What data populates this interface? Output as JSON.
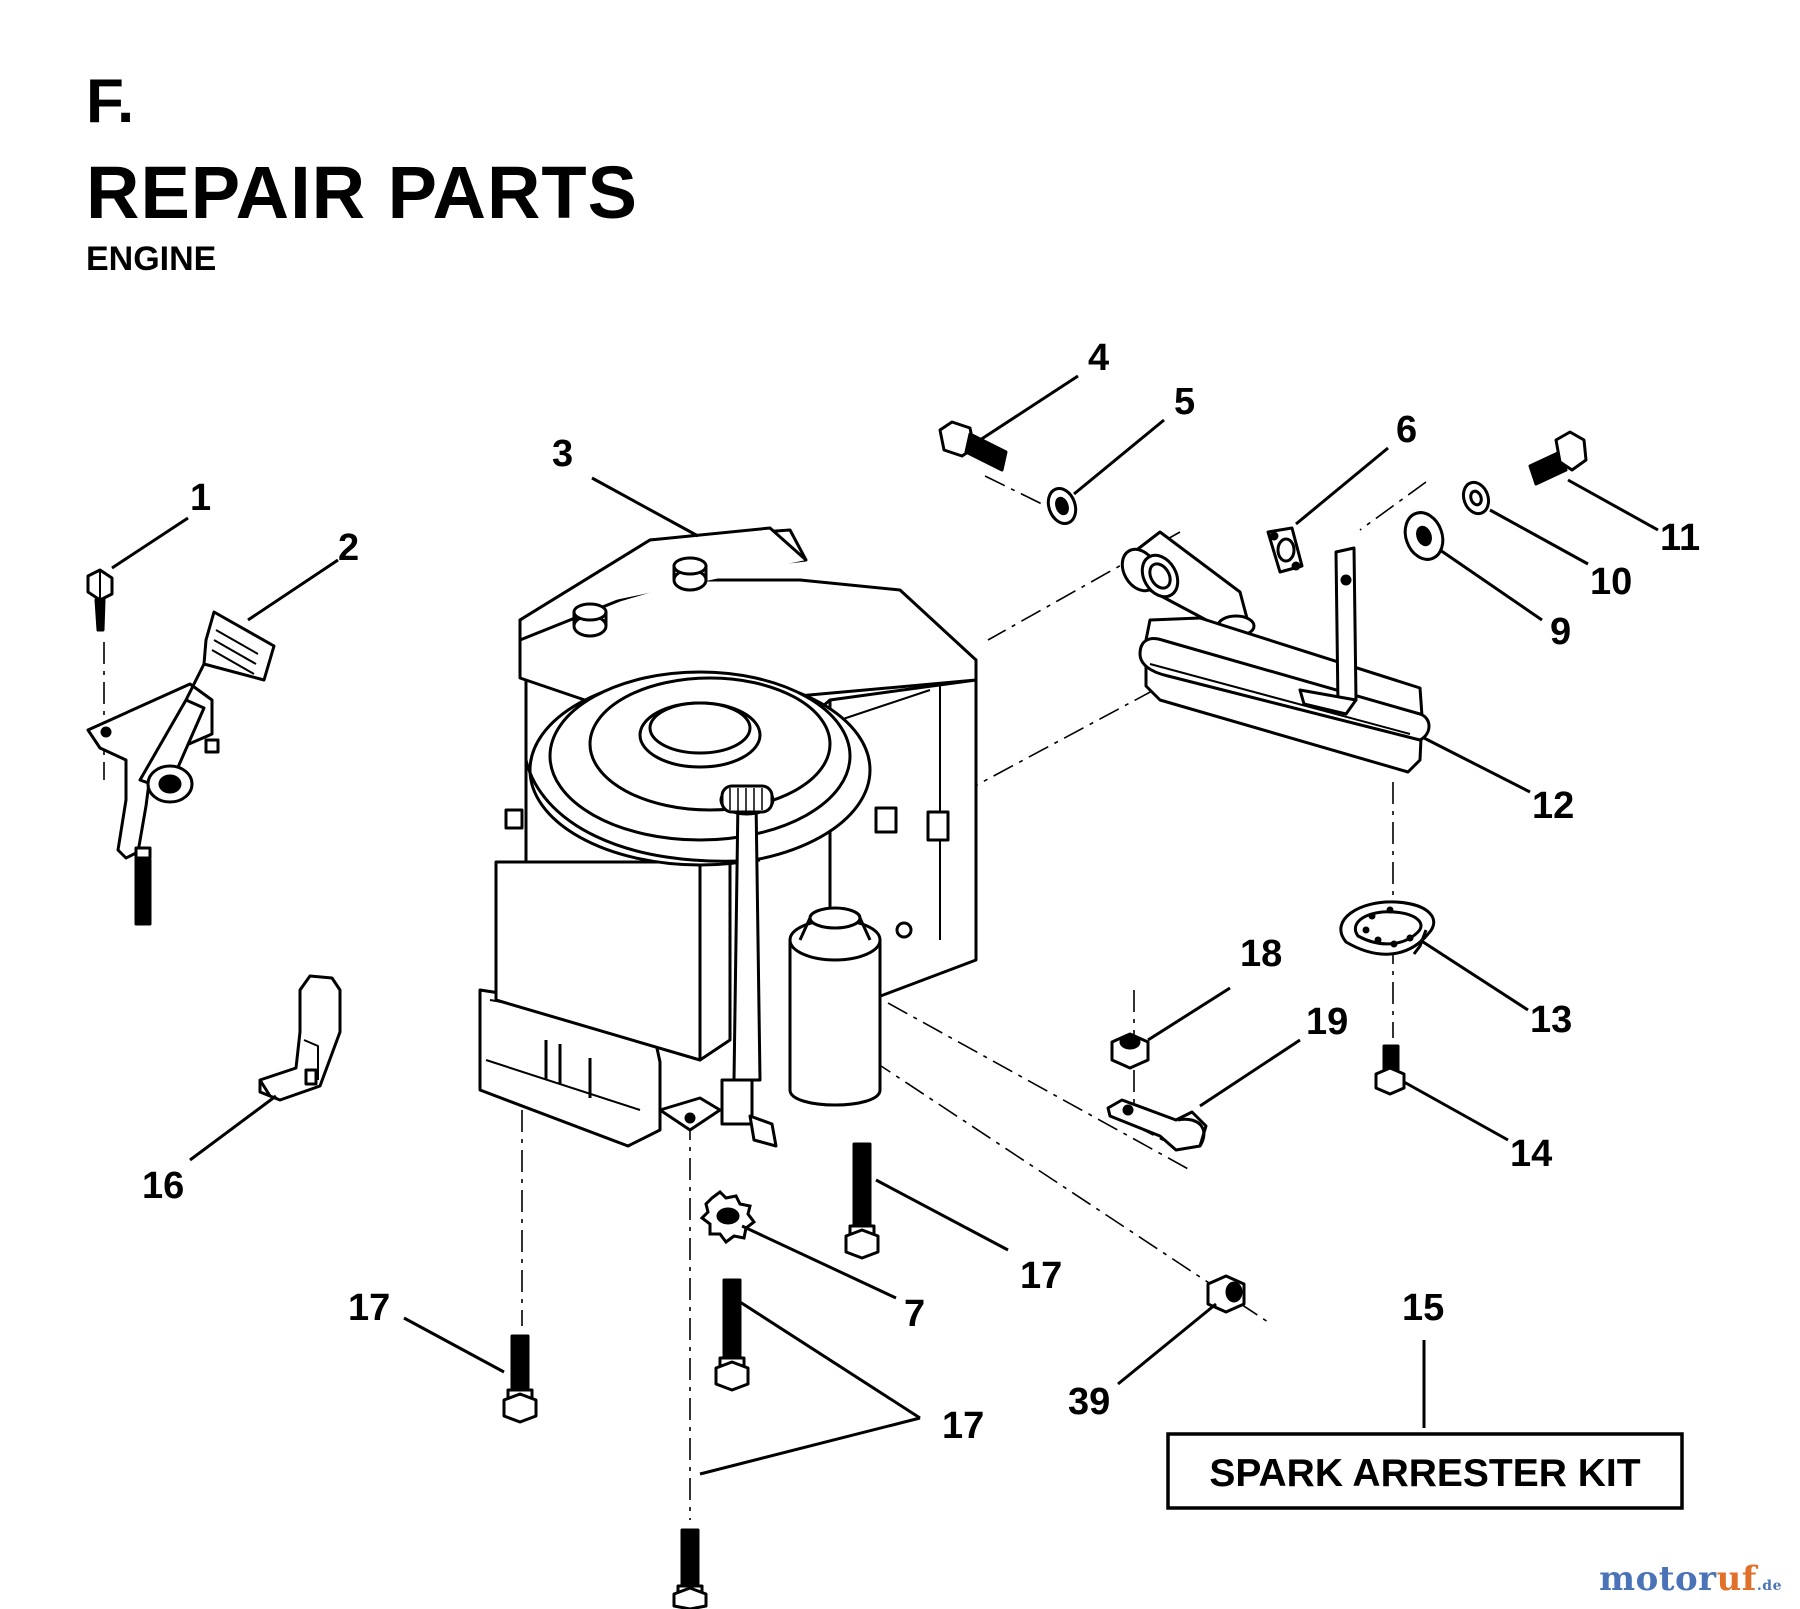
{
  "header": {
    "section": "F.",
    "title": "REPAIR PARTS",
    "subtitle": "ENGINE"
  },
  "callouts": [
    "1",
    "2",
    "3",
    "4",
    "5",
    "6",
    "7",
    "9",
    "10",
    "11",
    "12",
    "13",
    "14",
    "15",
    "16",
    "17",
    "18",
    "19",
    "39"
  ],
  "kit_label": "SPARK ARRESTER KIT",
  "watermark": {
    "part1": "motor",
    "part2": "uf",
    "part3": ".de"
  },
  "colors": {
    "ink": "#000000",
    "paper": "#ffffff",
    "watermark_blue": "#4a73b8",
    "watermark_orange": "#e0702a"
  }
}
